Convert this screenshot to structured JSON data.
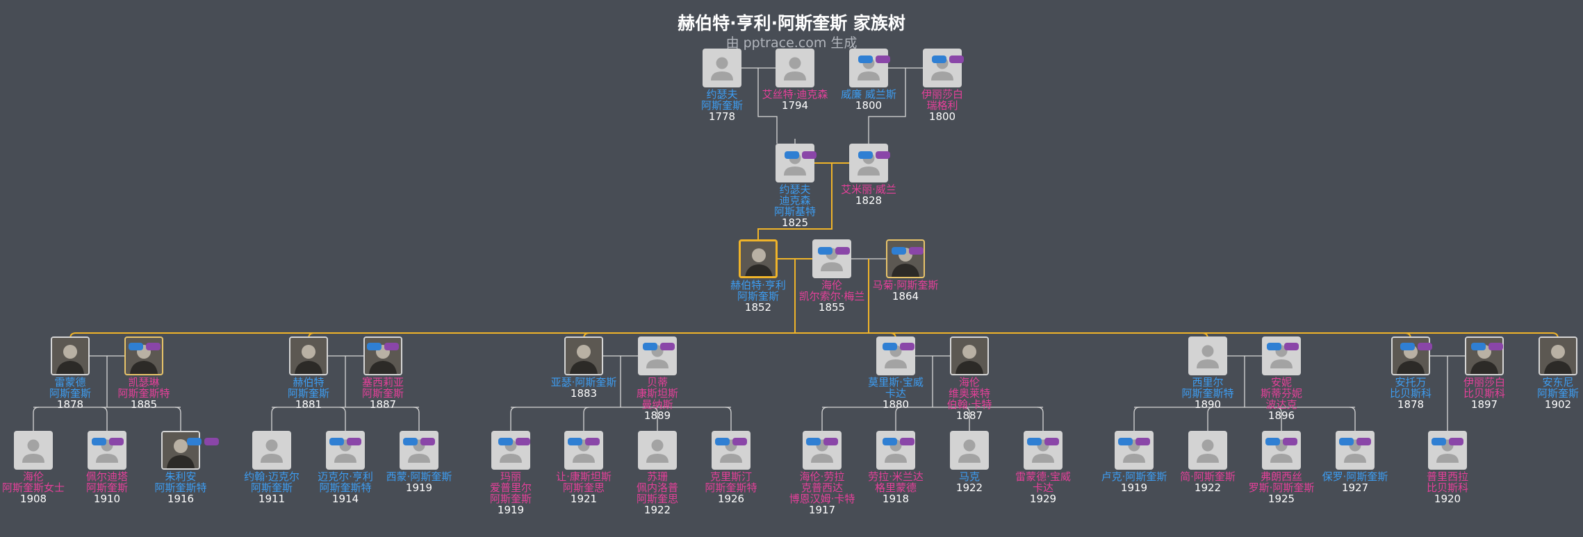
{
  "page": {
    "title": "赫伯特·亨利·阿斯奎斯 家族树",
    "subtitle": "由 pptrace.com 生成"
  },
  "colors": {
    "background": "#484d55",
    "male": "#3d9df2",
    "female": "#e6409a",
    "year": "#ffffff",
    "line": "#d8d8d8",
    "highlight_line": "#f0b429",
    "toggle_blue": "#2f7fd3",
    "toggle_purple": "#8a46a8"
  },
  "people": [
    {
      "id": "g1a",
      "names": [
        "约瑟夫",
        "阿斯奎斯"
      ],
      "year": "1778",
      "sex": "m",
      "photo": false
    },
    {
      "id": "g1b",
      "names": [
        "艾丝特·迪克森"
      ],
      "year": "1794",
      "sex": "f",
      "photo": false
    },
    {
      "id": "g1c",
      "names": [
        "威廉 威兰斯"
      ],
      "year": "1800",
      "sex": "m",
      "photo": false
    },
    {
      "id": "g1d",
      "names": [
        "伊丽莎白",
        "瑞格利"
      ],
      "year": "1800",
      "sex": "f",
      "photo": false
    },
    {
      "id": "g2a",
      "names": [
        "约瑟夫",
        "迪克森",
        "阿斯基特"
      ],
      "year": "1825",
      "sex": "m",
      "photo": false
    },
    {
      "id": "g2b",
      "names": [
        "艾米丽·威兰"
      ],
      "year": "1828",
      "sex": "f",
      "photo": false
    },
    {
      "id": "g3a",
      "names": [
        "赫伯特·亨利",
        "阿斯奎斯"
      ],
      "year": "1852",
      "sex": "m",
      "photo": true
    },
    {
      "id": "g3b",
      "names": [
        "海伦",
        "凯尔索尔·梅兰"
      ],
      "year": "1855",
      "sex": "f",
      "photo": false
    },
    {
      "id": "g3c",
      "names": [
        "马菊·阿斯奎斯"
      ],
      "year": "1864",
      "sex": "f",
      "photo": true
    },
    {
      "id": "c1",
      "names": [
        "雷蒙德",
        "阿斯奎斯"
      ],
      "year": "1878",
      "sex": "m",
      "photo": true
    },
    {
      "id": "c1s",
      "names": [
        "凯瑟琳",
        "阿斯奎斯特"
      ],
      "year": "1885",
      "sex": "f",
      "photo": true
    },
    {
      "id": "c2",
      "names": [
        "赫伯特",
        "阿斯奎斯"
      ],
      "year": "1881",
      "sex": "m",
      "photo": true
    },
    {
      "id": "c2s",
      "names": [
        "塞西莉亚",
        "阿斯奎斯"
      ],
      "year": "1887",
      "sex": "f",
      "photo": true
    },
    {
      "id": "c3",
      "names": [
        "亚瑟·阿斯奎斯"
      ],
      "year": "1883",
      "sex": "m",
      "photo": true
    },
    {
      "id": "c3s",
      "names": [
        "贝蒂",
        "康斯坦斯",
        "曼纳斯"
      ],
      "year": "1889",
      "sex": "f",
      "photo": false
    },
    {
      "id": "c4",
      "names": [
        "莫里斯·宝威",
        "卡达"
      ],
      "year": "1880",
      "sex": "m",
      "photo": false
    },
    {
      "id": "c4s",
      "names": [
        "海伦",
        "维奥莱特",
        "伯翰·卡特"
      ],
      "year": "1887",
      "sex": "f",
      "photo": true
    },
    {
      "id": "c5",
      "names": [
        "西里尔",
        "阿斯奎斯特"
      ],
      "year": "1890",
      "sex": "m",
      "photo": false
    },
    {
      "id": "c5s",
      "names": [
        "安妮",
        "斯蒂芬妮",
        "波达克"
      ],
      "year": "1896",
      "sex": "f",
      "photo": false
    },
    {
      "id": "c6",
      "names": [
        "安托万",
        "比贝斯科"
      ],
      "year": "1878",
      "sex": "m",
      "photo": true
    },
    {
      "id": "c6s",
      "names": [
        "伊丽莎白",
        "比贝斯科"
      ],
      "year": "1897",
      "sex": "f",
      "photo": true
    },
    {
      "id": "c7",
      "names": [
        "安东尼",
        "阿斯奎斯"
      ],
      "year": "1902",
      "sex": "m",
      "photo": true
    },
    {
      "id": "gc1",
      "names": [
        "海伦",
        "阿斯奎斯女士"
      ],
      "year": "1908",
      "sex": "f",
      "photo": false
    },
    {
      "id": "gc2",
      "names": [
        "佩尔迪塔",
        "阿斯奎斯"
      ],
      "year": "1910",
      "sex": "f",
      "photo": false
    },
    {
      "id": "gc3",
      "names": [
        "朱利安",
        "阿斯奎斯特"
      ],
      "year": "1916",
      "sex": "m",
      "photo": true
    },
    {
      "id": "gc4",
      "names": [
        "约翰·迈克尔",
        "阿斯奎斯"
      ],
      "year": "1911",
      "sex": "m",
      "photo": false
    },
    {
      "id": "gc5",
      "names": [
        "迈克尔·亨利",
        "阿斯奎斯特"
      ],
      "year": "1914",
      "sex": "m",
      "photo": false
    },
    {
      "id": "gc6",
      "names": [
        "西蒙·阿斯奎斯"
      ],
      "year": "1919",
      "sex": "m",
      "photo": false
    },
    {
      "id": "gc7",
      "names": [
        "玛丽",
        "爱普里尔",
        "阿斯奎斯"
      ],
      "year": "1919",
      "sex": "f",
      "photo": false
    },
    {
      "id": "gc8",
      "names": [
        "让·康斯坦斯",
        "阿斯奎思"
      ],
      "year": "1921",
      "sex": "f",
      "photo": false
    },
    {
      "id": "gc9",
      "names": [
        "苏珊",
        "佩内洛普",
        "阿斯奎思"
      ],
      "year": "1922",
      "sex": "f",
      "photo": false
    },
    {
      "id": "gc10",
      "names": [
        "克里斯汀",
        "阿斯奎斯特"
      ],
      "year": "1926",
      "sex": "f",
      "photo": false
    },
    {
      "id": "gc11",
      "names": [
        "海伦·劳拉",
        "克普西达",
        "博恩汉姆·卡特"
      ],
      "year": "1917",
      "sex": "f",
      "photo": false
    },
    {
      "id": "gc12",
      "names": [
        "劳拉·米兰达",
        "格里蒙德"
      ],
      "year": "1918",
      "sex": "f",
      "photo": false
    },
    {
      "id": "gc13",
      "names": [
        "马克"
      ],
      "year": "1922",
      "sex": "m",
      "photo": false
    },
    {
      "id": "gc14",
      "names": [
        "雷蒙德·宝威",
        "卡达"
      ],
      "year": "1929",
      "sex": "f",
      "photo": false
    },
    {
      "id": "gc15",
      "names": [
        "卢克·阿斯奎斯"
      ],
      "year": "1919",
      "sex": "m",
      "photo": false
    },
    {
      "id": "gc16",
      "names": [
        "简·阿斯奎斯"
      ],
      "year": "1922",
      "sex": "f",
      "photo": false
    },
    {
      "id": "gc17",
      "names": [
        "弗朗西丝",
        "罗斯·阿斯奎斯"
      ],
      "year": "1925",
      "sex": "f",
      "photo": false
    },
    {
      "id": "gc18",
      "names": [
        "保罗·阿斯奎斯"
      ],
      "year": "1927",
      "sex": "m",
      "photo": false
    },
    {
      "id": "gc19",
      "names": [
        "普里西拉",
        "比贝斯科"
      ],
      "year": "1920",
      "sex": "f",
      "photo": false
    }
  ]
}
